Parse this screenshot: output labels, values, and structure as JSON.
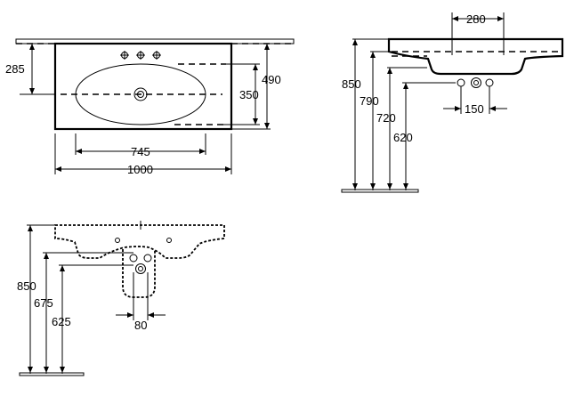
{
  "diagrams": {
    "top_view": {
      "dims": {
        "depth_to_basin_center": "285",
        "total_depth": "490",
        "basin_depth": "350",
        "basin_width": "745",
        "total_width": "1000"
      }
    },
    "side_view": {
      "dims": {
        "tap_spacing": "280",
        "top_height": "850",
        "bowl_height": "790",
        "trap_height": "720",
        "outlet_height": "620",
        "outlet_spacing": "150"
      }
    },
    "front_view": {
      "dims": {
        "top_height": "850",
        "connection_height": "675",
        "lower_height": "625",
        "outlet_spacing": "80"
      }
    }
  }
}
